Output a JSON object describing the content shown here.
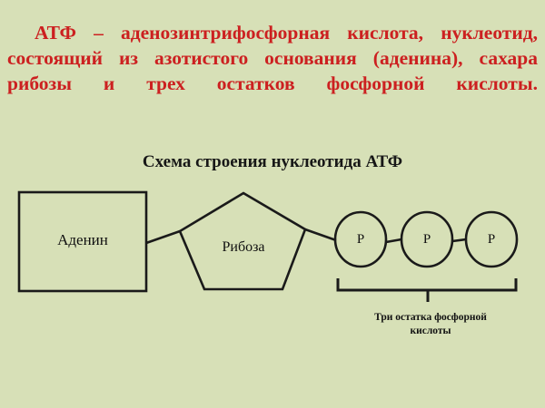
{
  "slide": {
    "background_color": "#d7e0b7",
    "definition_text_color": "#cc2020",
    "diagram_stroke_color": "#1a1a1a",
    "definition": "АТФ – аденозинтрифосфорная кислота, нуклеотид, состоящий из азотистого основания (аденина), сахара рибозы и трех остатков фосфорной кислоты.",
    "diagram_title": "Схема строения нуклеотида АТФ"
  },
  "diagram": {
    "adenine_label": "Аденин",
    "ribose_label": "Рибоза",
    "phosphates": [
      {
        "label": "Р"
      },
      {
        "label": "Р"
      },
      {
        "label": "Р"
      }
    ],
    "bracket_caption_line1": "Три остатка фосфорной",
    "bracket_caption_line2": "кислоты"
  }
}
